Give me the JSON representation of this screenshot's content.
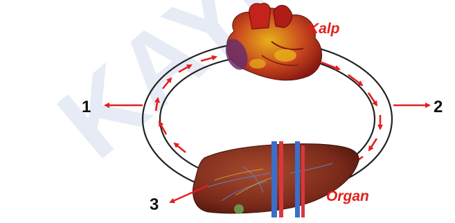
{
  "watermark": "KAYIT",
  "labels": {
    "heart": "Kalp",
    "organ": "Organ",
    "one": "1",
    "two": "2",
    "three": "3"
  },
  "colors": {
    "label_red": "#e0201a",
    "arrow_red": "#e41f1f",
    "ring_stroke": "#222222",
    "heart_red": "#c4231c",
    "heart_yellow": "#e8b21a",
    "heart_purple": "#6b2f6a",
    "liver_brown": "#7a2a1a",
    "vessel_blue": "#3b6fc9",
    "watermark": "#e6ebf6"
  }
}
